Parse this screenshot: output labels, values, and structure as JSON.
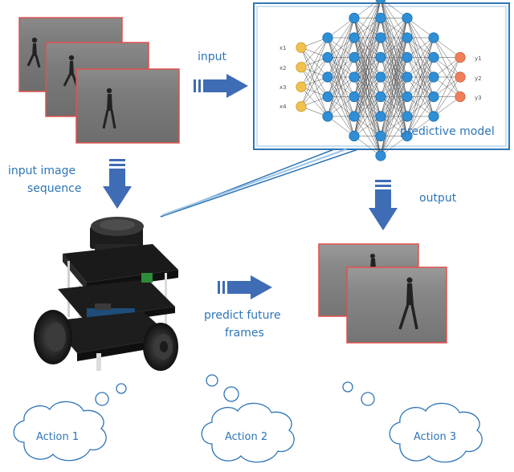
{
  "labels": {
    "input": "input",
    "input_image_sequence_line1": "input image",
    "input_image_sequence_line2": "sequence",
    "predictive_model": "predictive model",
    "output": "output",
    "predict_line1": "predict future",
    "predict_line2": "frames"
  },
  "clouds": [
    "Action 1",
    "Action 2",
    "Action 3"
  ],
  "network": {
    "inputs": [
      "x1",
      "x2",
      "x3",
      "x4"
    ],
    "outputs": [
      "y1",
      "y2",
      "y3"
    ],
    "layer_sizes": [
      4,
      5,
      7,
      9,
      7,
      5,
      3
    ]
  },
  "colors": {
    "accent_blue": "#2e75b6",
    "arrow_blue": "#3e6cb5",
    "frame_border": "#e0504d",
    "input_node": "#f2c04c",
    "hidden_node": "#2f8fd6",
    "output_node": "#f07f59"
  }
}
